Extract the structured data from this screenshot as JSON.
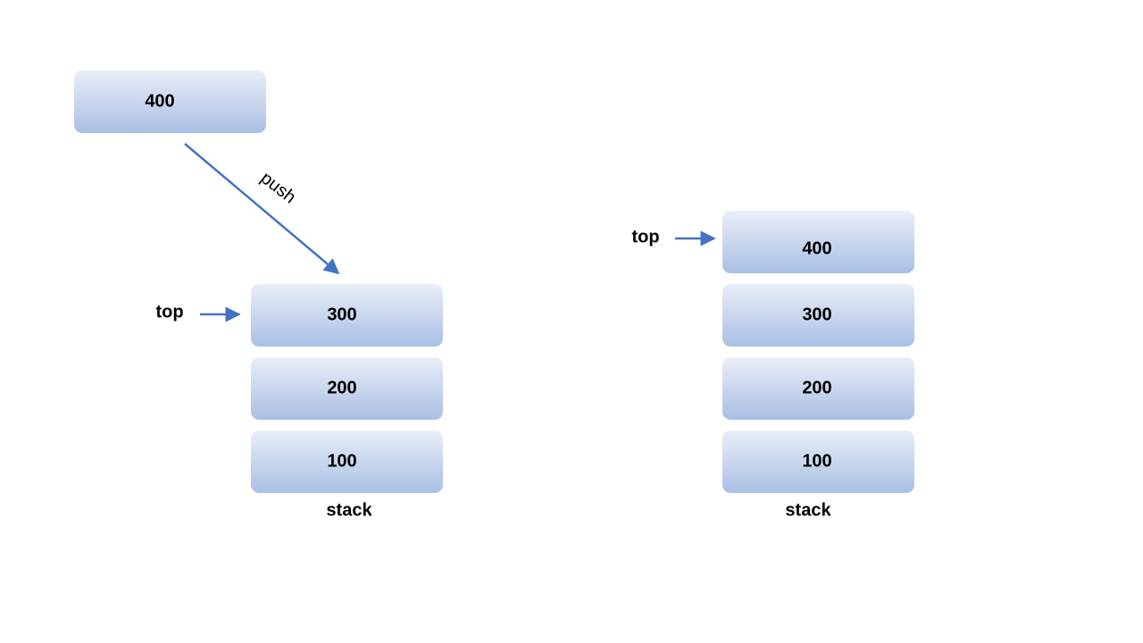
{
  "colors": {
    "box_gradient_top": "#eaeef8",
    "box_gradient_bottom": "#a9bfe4",
    "arrow": "#4472c4",
    "text": "#000000"
  },
  "incoming_element": {
    "value": "400"
  },
  "push_arrow": {
    "label": "push"
  },
  "before_stack": {
    "top_label": "top",
    "items": [
      {
        "value": "300"
      },
      {
        "value": "200"
      },
      {
        "value": "100"
      }
    ],
    "caption": "stack"
  },
  "after_stack": {
    "top_label": "top",
    "items": [
      {
        "value": "400"
      },
      {
        "value": "300"
      },
      {
        "value": "200"
      },
      {
        "value": "100"
      }
    ],
    "caption": "stack"
  }
}
